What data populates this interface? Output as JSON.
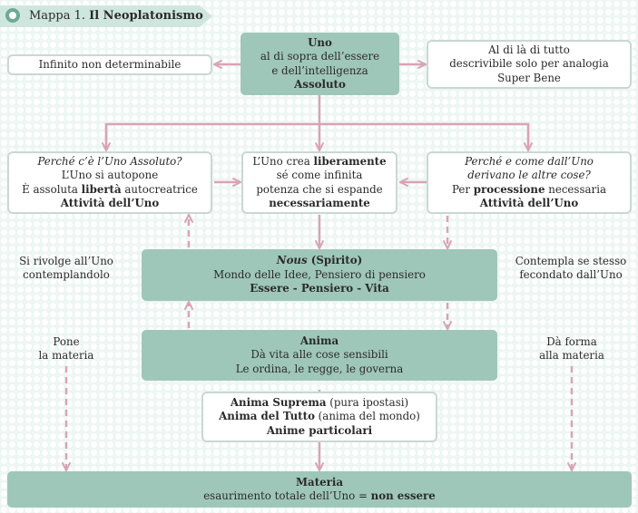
{
  "header": {
    "map_label": "Mappa 1.",
    "map_title": "Il Neoplatonismo"
  },
  "nodes": {
    "uno": {
      "l1": "Uno",
      "l2": "al di sopra dell’essere",
      "l3": "e dell’intelligenza",
      "l4": "Assoluto"
    },
    "infinito": "Infinito non determinabile",
    "aldila": {
      "l1": "Al di là di tutto",
      "l2": "descrivibile solo per analogia",
      "l3": "Super Bene"
    },
    "perche1": {
      "l1": "Perché c’è l’Uno Assoluto?",
      "l2": "L’Uno si autopone",
      "l3a": "È assoluta ",
      "l3b": "libertà",
      "l3c": " autocreatrice",
      "l4": "Attività dell’Uno"
    },
    "unocrea": {
      "l1a": "L’Uno crea ",
      "l1b": "liberamente",
      "l2": "sé come infinita",
      "l3": "potenza che si espande",
      "l4": "necessariamente"
    },
    "perche2": {
      "l1": "Perché e come dall’Uno",
      "l2": "derivano le altre cose?",
      "l3a": "Per ",
      "l3b": "processione",
      "l3c": " necessaria",
      "l4": "Attività dell’Uno"
    },
    "rivolge": {
      "l1": "Si rivolge all’Uno",
      "l2": "contemplandolo"
    },
    "contempla": {
      "l1": "Contempla se stesso",
      "l2": "fecondato dall’Uno"
    },
    "nous": {
      "l1a": "Nous",
      "l1b": " (Spirito)",
      "l2": "Mondo delle Idee, Pensiero di pensiero",
      "l3": "Essere - Pensiero - Vita"
    },
    "pone": {
      "l1": "Pone",
      "l2": "la materia"
    },
    "daforma": {
      "l1": "Dà forma",
      "l2": "alla materia"
    },
    "anima": {
      "l1": "Anima",
      "l2": "Dà vita alle cose sensibili",
      "l3": "Le ordina, le regge, le governa"
    },
    "suprema": {
      "l1a": "Anima Suprema",
      "l1b": " (pura ipostasi)",
      "l2a": "Anima del Tutto",
      "l2b": " (anima del mondo)",
      "l3": "Anime particolari"
    },
    "materia": {
      "l1": "Materia",
      "l2a": "esaurimento totale dell’Uno = ",
      "l2b": "non essere"
    }
  },
  "colors": {
    "arrow": "#d9a3b5",
    "box_green": "#9fc7b9",
    "box_border": "#c9d8d2",
    "background": "#edf6f3"
  }
}
